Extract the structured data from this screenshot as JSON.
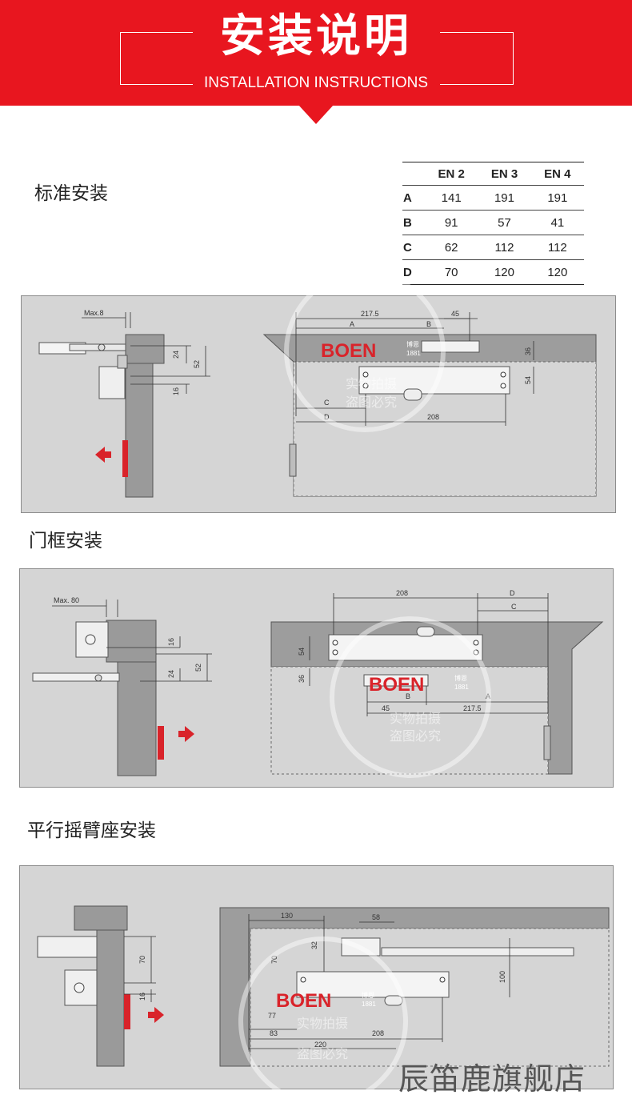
{
  "banner": {
    "title": "安装说明",
    "subtitle": "INSTALLATION INSTRUCTIONS",
    "color": "#e8161f"
  },
  "sections": {
    "standard": "标准安装",
    "frame": "门框安装",
    "parallel": "平行摇臂座安装"
  },
  "dimension_table": {
    "headers": [
      "",
      "EN 2",
      "EN 3",
      "EN 4"
    ],
    "rows": [
      {
        "label": "A",
        "values": [
          "141",
          "191",
          "191"
        ]
      },
      {
        "label": "B",
        "values": [
          "91",
          "57",
          "41"
        ]
      },
      {
        "label": "C",
        "values": [
          "62",
          "112",
          "112"
        ]
      },
      {
        "label": "D",
        "values": [
          "70",
          "120",
          "120"
        ]
      }
    ]
  },
  "brand": {
    "logo_text": "BOEN",
    "logo_sub_cn": "博恩",
    "logo_sub_num": "1881",
    "logo_color": "#d9232a"
  },
  "watermark": {
    "line1": "实物拍摄",
    "line2": "盗图必究"
  },
  "panel1": {
    "max_label": "Max.8",
    "dims_side": [
      "24",
      "52",
      "16"
    ],
    "dims_top": [
      "217.5",
      "A",
      "B",
      "45"
    ],
    "dims_right": [
      "36",
      "54"
    ],
    "dims_bottom": [
      "C",
      "D",
      "208"
    ]
  },
  "panel2": {
    "max_label": "Max. 80",
    "dims_side": [
      "16",
      "52",
      "24"
    ],
    "dims_top": [
      "208",
      "D",
      "C"
    ],
    "dims_left": [
      "54",
      "36"
    ],
    "dims_bottom": [
      "B",
      "A",
      "45",
      "217.5"
    ]
  },
  "panel3": {
    "dims_side": [
      "70",
      "16"
    ],
    "dims_top": [
      "130",
      "58"
    ],
    "dims_left": [
      "32",
      "70",
      "77"
    ],
    "dims_right": [
      "100"
    ],
    "dims_bottom": [
      "83",
      "208",
      "220"
    ]
  },
  "footer": {
    "shop_name": "辰笛鹿旗舰店"
  }
}
